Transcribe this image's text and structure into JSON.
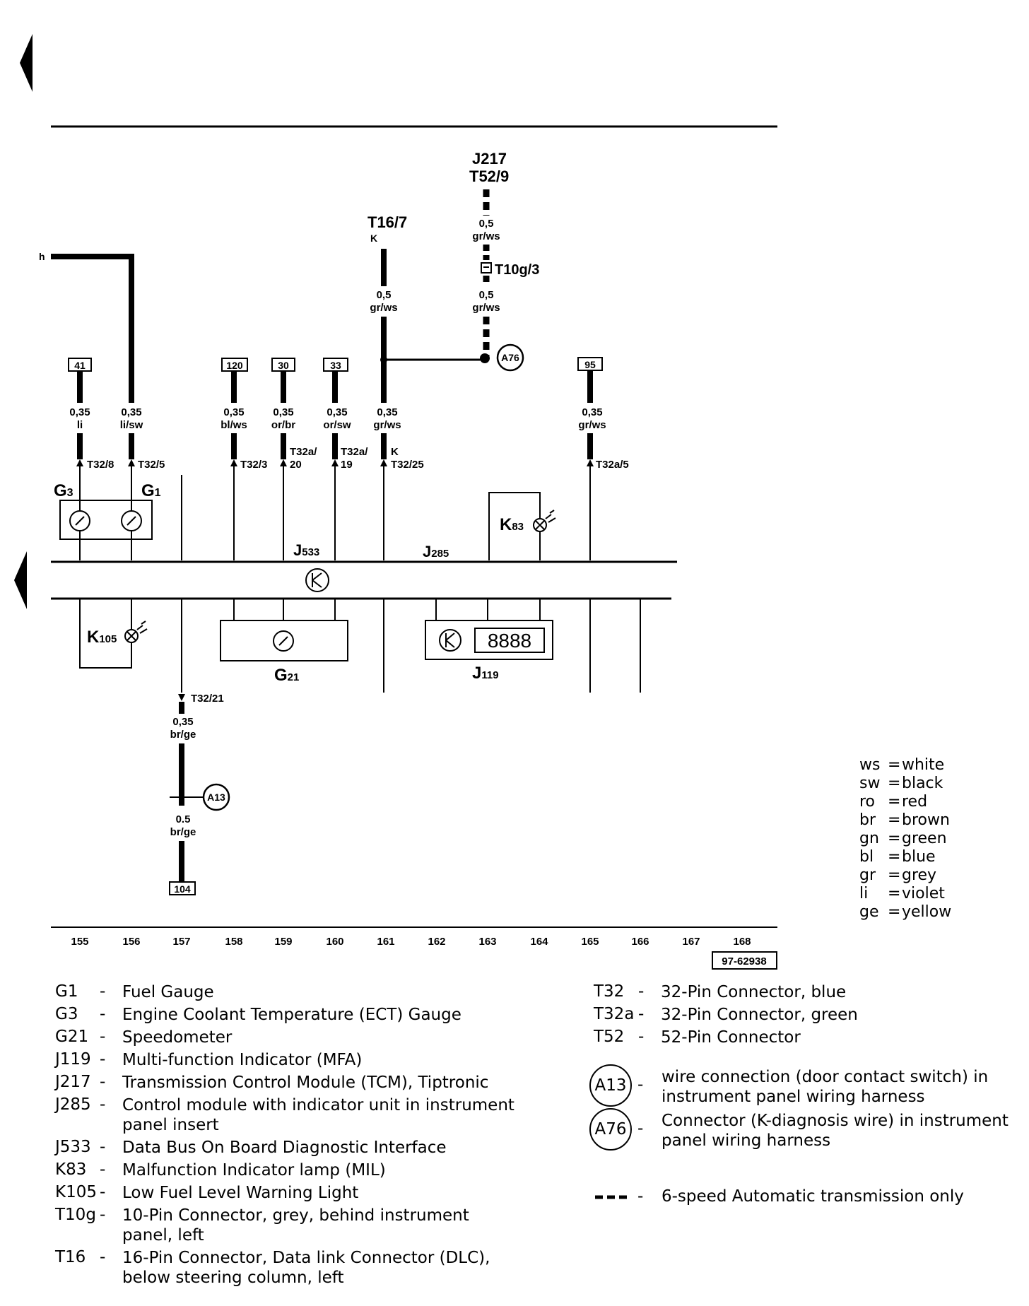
{
  "header": {
    "connector_h": "h",
    "terminals": {
      "j217": "J217",
      "t52_9": "T52/9",
      "t16_7": "T16/7",
      "t16_k": "K",
      "t10g_3": "T10g/3"
    }
  },
  "relay_boxes": [
    "41",
    "120",
    "30",
    "33",
    "95",
    "104"
  ],
  "wires": [
    {
      "id": "w-j217-upper",
      "size": "0,5",
      "color": "gr/ws"
    },
    {
      "id": "w-j217-lower",
      "size": "0,5",
      "color": "gr/ws"
    },
    {
      "id": "w-t16",
      "size": "0,5",
      "color": "gr/ws"
    },
    {
      "id": "w-155",
      "size": "0,35",
      "color": "li"
    },
    {
      "id": "w-156",
      "size": "0,35",
      "color": "li/sw"
    },
    {
      "id": "w-158",
      "size": "0,35",
      "color": "bl/ws"
    },
    {
      "id": "w-159",
      "size": "0,35",
      "color": "or/br"
    },
    {
      "id": "w-160",
      "size": "0,35",
      "color": "or/sw"
    },
    {
      "id": "w-161",
      "size": "0,35",
      "color": "gr/ws"
    },
    {
      "id": "w-165",
      "size": "0,35",
      "color": "gr/ws"
    },
    {
      "id": "w-157-upper",
      "size": "0,35",
      "color": "br/ge"
    },
    {
      "id": "w-157-lower",
      "size": "0.5",
      "color": "br/ge"
    }
  ],
  "pins": {
    "t32_8": "T32/8",
    "t32_5": "T32/5",
    "t32_3": "T32/3",
    "t32a_20_a": "T32a/",
    "t32a_20_b": "20",
    "t32a_19_a": "T32a/",
    "t32a_19_b": "19",
    "t32_25_k": "K",
    "t32_25": "T32/25",
    "t32a_5": "T32a/5",
    "t32_21": "T32/21"
  },
  "components": {
    "g3": "G3",
    "g1": "G1",
    "j533": "J533",
    "j285": "J285",
    "k83": "K83",
    "k105": "K105",
    "g21": "G21",
    "j119": "J119",
    "display": "8888"
  },
  "splices": {
    "a76": "A76",
    "a13": "A13"
  },
  "color_codes": [
    {
      "code": "ws",
      "name": "white"
    },
    {
      "code": "sw",
      "name": "black"
    },
    {
      "code": "ro",
      "name": "red"
    },
    {
      "code": "br",
      "name": "brown"
    },
    {
      "code": "gn",
      "name": "green"
    },
    {
      "code": "bl",
      "name": "blue"
    },
    {
      "code": "gr",
      "name": "grey"
    },
    {
      "code": "li",
      "name": "violet"
    },
    {
      "code": "ge",
      "name": "yellow"
    }
  ],
  "track_numbers": [
    "155",
    "156",
    "157",
    "158",
    "159",
    "160",
    "161",
    "162",
    "163",
    "164",
    "165",
    "166",
    "167",
    "168"
  ],
  "figure_id": "97-62938",
  "legend_left": [
    {
      "code": "G1",
      "desc": "Fuel Gauge"
    },
    {
      "code": "G3",
      "desc": "Engine Coolant Temperature (ECT) Gauge"
    },
    {
      "code": "G21",
      "desc": "Speedometer"
    },
    {
      "code": "J119",
      "desc": "Multi-function Indicator (MFA)"
    },
    {
      "code": "J217",
      "desc": "Transmission Control Module (TCM), Tiptronic"
    },
    {
      "code": "J285",
      "desc": "Control module with indicator unit in instrument",
      "desc2": "panel insert"
    },
    {
      "code": "J533",
      "desc": "Data Bus On Board Diagnostic Interface"
    },
    {
      "code": "K83",
      "desc": "Malfunction Indicator lamp (MIL)"
    },
    {
      "code": "K105",
      "desc": "Low Fuel Level Warning Light"
    },
    {
      "code": "T10g",
      "desc": "10-Pin Connector, grey, behind instrument",
      "desc2": "panel, left"
    },
    {
      "code": "T16",
      "desc": "16-Pin Connector, Data link Connector (DLC),",
      "desc2": "below steering column, left"
    }
  ],
  "legend_right": [
    {
      "code": "T32",
      "desc": "32-Pin Connector, blue"
    },
    {
      "code": "T32a",
      "desc": "32-Pin Connector, green"
    },
    {
      "code": "T52",
      "desc": "52-Pin Connector"
    }
  ],
  "legend_splices": [
    {
      "code": "A13",
      "desc": "wire connection (door contact switch) in",
      "desc2": "instrument panel wiring harness"
    },
    {
      "code": "A76",
      "desc": "Connector (K-diagnosis wire) in instrument",
      "desc2": "panel wiring harness"
    }
  ],
  "legend_dashed": {
    "dash": "-",
    "desc": "6-speed Automatic transmission only"
  },
  "legend_dash_char": "-"
}
